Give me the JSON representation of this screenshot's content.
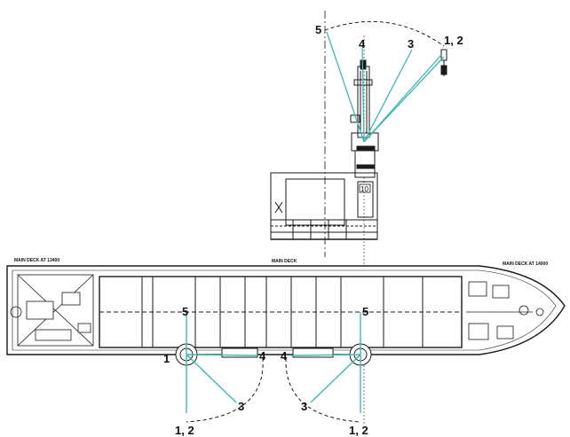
{
  "colors": {
    "ink": "#1a1a1a",
    "reach": "#3fb8b0",
    "hatch": "#ffffff"
  },
  "elevation": {
    "labels": {
      "p5": "5",
      "p4": "4",
      "p3": "3",
      "p12": "1, 2"
    },
    "box_number": "10"
  },
  "plan": {
    "deck_labels": {
      "aft": "MAIN DECK AT 13400",
      "mid": "MAIN DECK",
      "fwd": "MAIN DECK AT 14000"
    },
    "crane_aft": {
      "p5": "5",
      "p4": "4",
      "p3": "3",
      "p12": "1, 2",
      "p1": "1"
    },
    "crane_fwd": {
      "p5": "5",
      "p4": "4",
      "p3": "3",
      "p12": "1, 2"
    }
  }
}
